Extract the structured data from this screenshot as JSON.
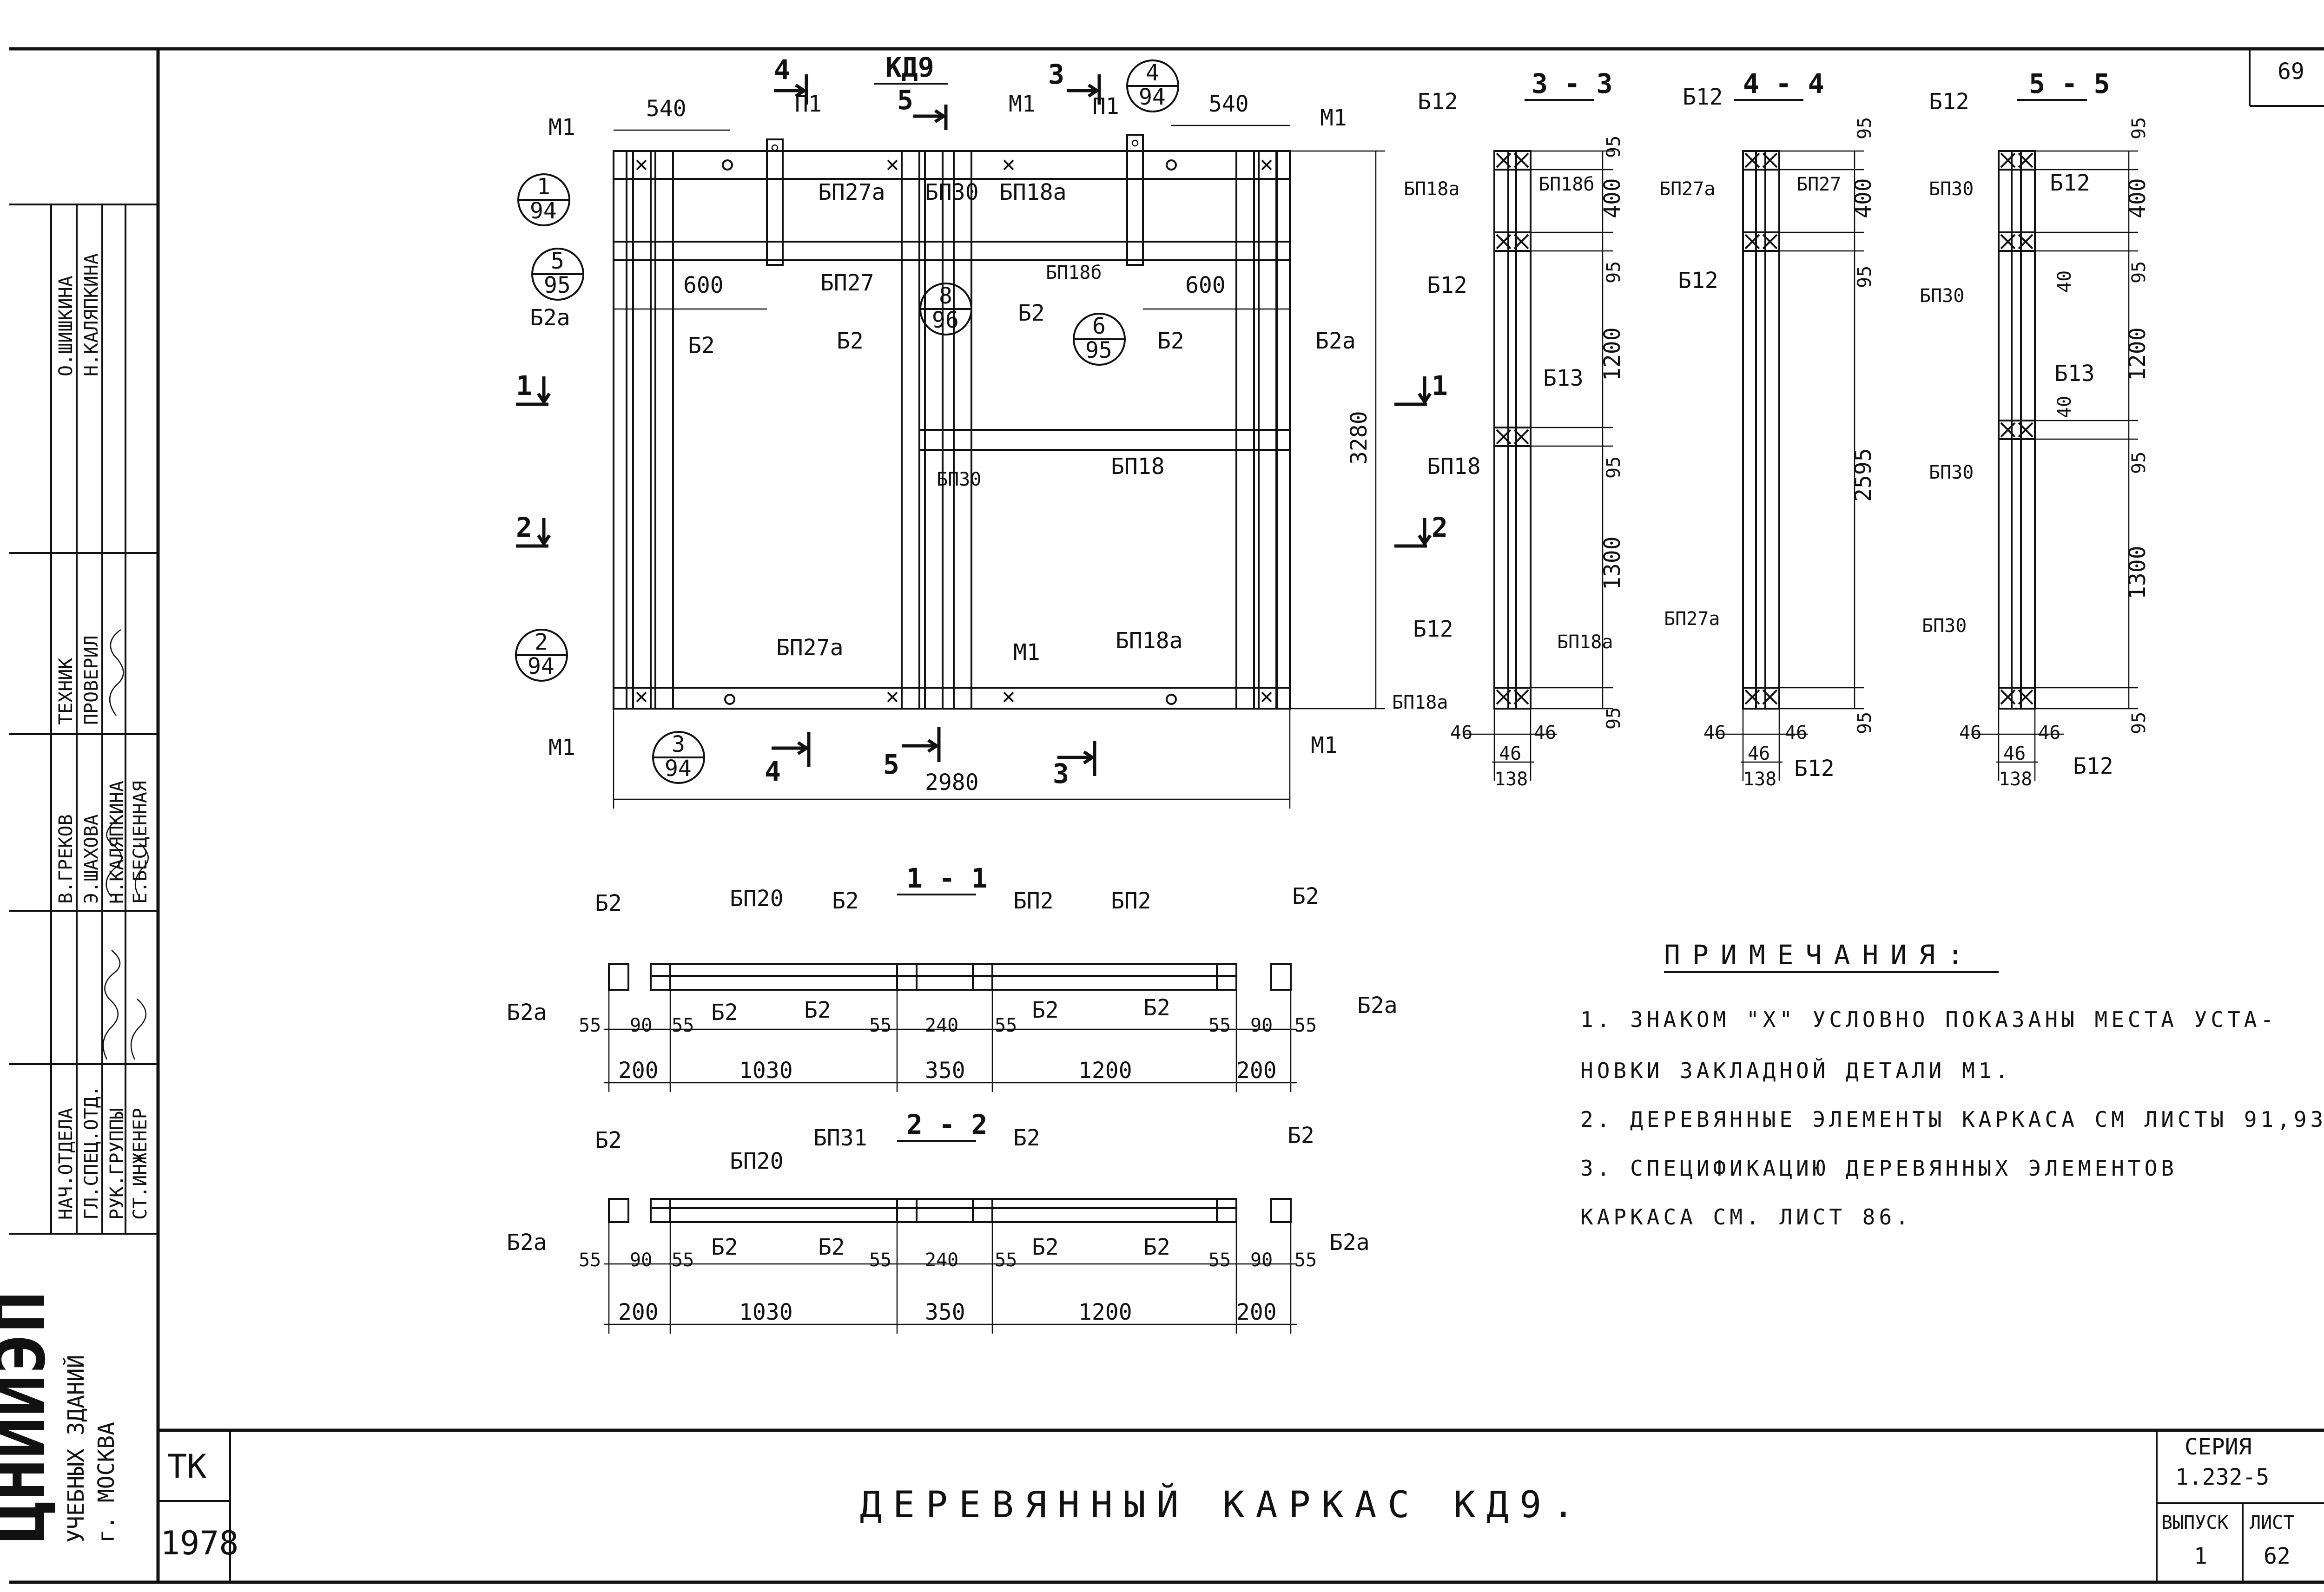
{
  "sheet": {
    "page_number": "69"
  },
  "stamp": {
    "org_lines": [
      "ЦНИИЭП",
      "УЧЕБНЫХ ЗДАНИЙ",
      "г. МОСКВА"
    ],
    "roles": [
      "НАЧ.ОТДЕЛА",
      "ГЛ.СПЕЦ.ОТД.",
      "РУК.ГРУППЫ",
      "СТ.ИНЖЕНЕР"
    ],
    "names": [
      "В.ГРЕКОВ",
      "Э.ШАХОВА",
      "Н.КАЛЯПКИНА",
      "Е.БЕСЦЕННАЯ"
    ],
    "upper_roles": [
      "ТЕХНИК",
      "ПРОВЕРИЛ"
    ],
    "upper_names": [
      "О.ШИШКИНА",
      "Н.КАЛЯПКИНА"
    ],
    "code": "ТК",
    "year": "1978",
    "series_label": "СЕРИЯ",
    "series": "1.232-5",
    "issue_label": "ВЫПУСК",
    "issue": "1",
    "sheet_label": "ЛИСТ",
    "sheet_no": "62"
  },
  "title": "ДЕРЕВЯННЫЙ КАРКАС КД9.",
  "notes": {
    "heading": "ПРИМЕЧАНИЯ:",
    "items": [
      "1. ЗНАКОМ \"Х\" УСЛОВНО ПОКАЗАНЫ МЕСТА УСТА-",
      "НОВКИ ЗАКЛАДНОЙ ДЕТАЛИ М1.",
      "2. ДЕРЕВЯННЫЕ ЭЛЕМЕНТЫ КАРКАСА СМ ЛИСТЫ 91,93",
      "3. СПЕЦИФИКАЦИЮ ДЕРЕВЯННЫХ ЭЛЕМЕНТОВ",
      "КАРКАСА СМ. ЛИСТ 86."
    ]
  },
  "main_view": {
    "title": "КД9",
    "dims": {
      "overall_width": "2980",
      "overall_height": "3280",
      "top_left": "540",
      "top_right": "540",
      "mid_left": "600",
      "mid_right": "600"
    },
    "labels": [
      "М1",
      "М1",
      "М1",
      "М1",
      "М1",
      "М1",
      "П1",
      "П1",
      "Б2а",
      "Б2а",
      "Б2",
      "Б2",
      "Б2",
      "Б2",
      "БП27а",
      "БП27а",
      "БП27",
      "БП30",
      "БП30",
      "БП18а",
      "БП18а",
      "БП18б",
      "БП18"
    ],
    "callouts": [
      [
        "1",
        "94"
      ],
      [
        "5",
        "95"
      ],
      [
        "2",
        "94"
      ],
      [
        "3",
        "94"
      ],
      [
        "4",
        "94"
      ],
      [
        "8",
        "96"
      ],
      [
        "6",
        "95"
      ]
    ],
    "section_marks": [
      "1",
      "2",
      "1",
      "2",
      "4",
      "5",
      "3",
      "4",
      "5",
      "3"
    ]
  },
  "section_33": {
    "title": "3 - 3",
    "labels": [
      "Б12",
      "БП18а",
      "БП18б",
      "Б12",
      "Б13",
      "БП18",
      "Б12",
      "БП18а",
      "БП18а"
    ],
    "dims_v": [
      "95",
      "400",
      "95",
      "1200",
      "95",
      "1300",
      "95"
    ],
    "dims_h": [
      "46",
      "46",
      "46",
      "138"
    ]
  },
  "section_44": {
    "title": "4 - 4",
    "labels": [
      "Б12",
      "БП27а",
      "БП27",
      "Б12",
      "БП27а",
      "Б12"
    ],
    "dims_v": [
      "95",
      "400",
      "95",
      "2595",
      "95"
    ],
    "dims_h": [
      "46",
      "46",
      "46",
      "138"
    ]
  },
  "section_55": {
    "title": "5 - 5",
    "labels": [
      "Б12",
      "БП30",
      "Б12",
      "БП30",
      "Б13",
      "БП30",
      "БП30",
      "Б12"
    ],
    "dims_v": [
      "95",
      "400",
      "95",
      "40",
      "1200",
      "40",
      "95",
      "1300",
      "95"
    ],
    "dims_h": [
      "46",
      "46",
      "46",
      "138"
    ]
  },
  "section_11": {
    "title": "1 - 1",
    "labels": [
      "Б2",
      "БП20",
      "Б2",
      "БП2",
      "БП2",
      "Б2",
      "Б2а",
      "Б2",
      "Б2",
      "Б2",
      "Б2",
      "Б2а"
    ],
    "dims_a": [
      "55",
      "90",
      "55",
      "55",
      "240",
      "55",
      "55",
      "90",
      "55"
    ],
    "dims_b": [
      "200",
      "1030",
      "350",
      "1200",
      "200"
    ]
  },
  "section_22": {
    "title": "2 - 2",
    "labels": [
      "Б2",
      "БП20",
      "БП31",
      "Б2",
      "Б2",
      "Б2а",
      "Б2",
      "Б2",
      "Б2",
      "Б2",
      "Б2а"
    ],
    "dims_a": [
      "55",
      "90",
      "55",
      "55",
      "240",
      "55",
      "55",
      "90",
      "55"
    ],
    "dims_b": [
      "200",
      "1030",
      "350",
      "1200",
      "200"
    ]
  }
}
